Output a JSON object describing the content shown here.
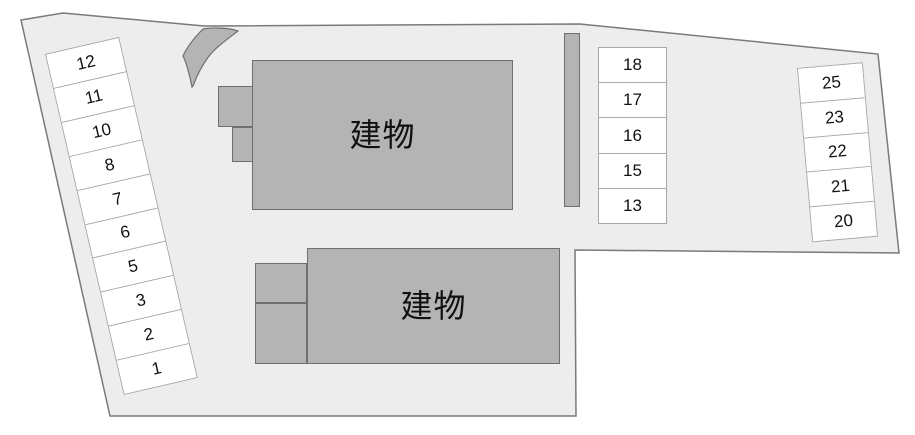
{
  "site": {
    "type": "parking-lot-site-plan"
  },
  "colors": {
    "lot_fill": "#ededed",
    "lot_stroke": "#7a7a7a",
    "building_fill": "#b4b4b4",
    "building_stroke": "#6f6f6f",
    "space_fill": "#ffffff",
    "space_stroke": "#a8a8a8",
    "text_color": "#111111"
  },
  "buildings": {
    "top": {
      "label": "建物"
    },
    "bottom": {
      "label": "建物"
    }
  },
  "parking": {
    "left_column": [
      "12",
      "11",
      "10",
      "8",
      "7",
      "6",
      "5",
      "3",
      "2",
      "1"
    ],
    "middle_column": [
      "18",
      "17",
      "16",
      "15",
      "13"
    ],
    "right_column": [
      "25",
      "23",
      "22",
      "21",
      "20"
    ]
  }
}
